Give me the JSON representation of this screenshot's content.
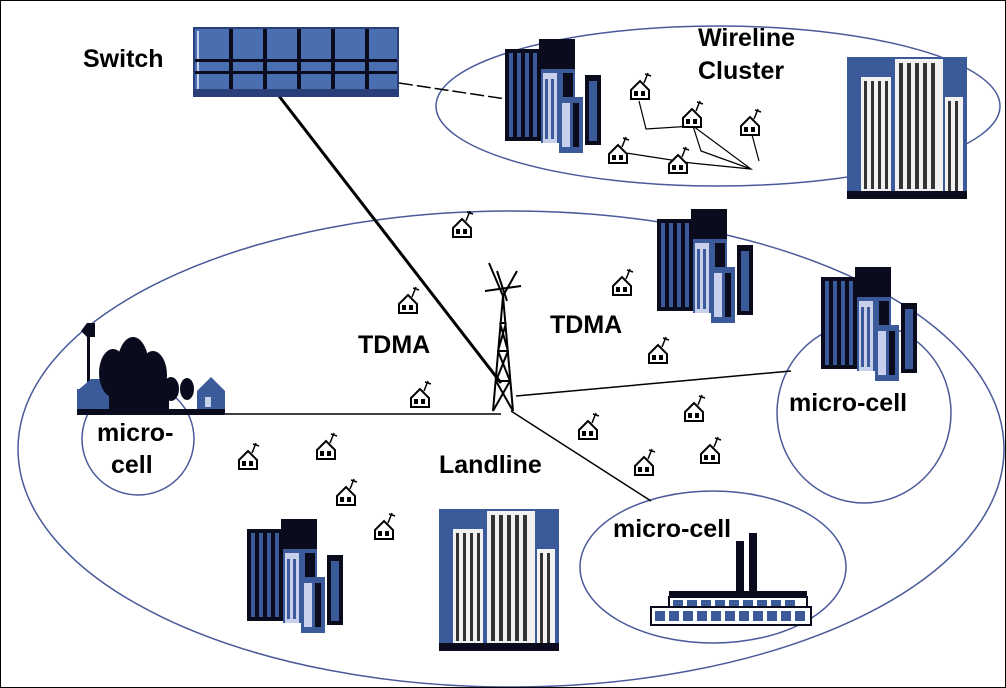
{
  "labels": {
    "switch": "Switch",
    "wireline_cluster_line1": "Wireline",
    "wireline_cluster_line2": "Cluster",
    "tdma_left": "TDMA",
    "tdma_right": "TDMA",
    "landline": "Landline",
    "microcell_left_line1": "micro-",
    "microcell_left_line2": "cell",
    "microcell_right": "micro-cell",
    "microcell_bottom": "micro-cell"
  },
  "colors": {
    "building_dark": "#0b0b1e",
    "building_blue": "#3a5a9a",
    "building_light": "#c8d0ec",
    "ellipse_stroke": "#4a5a9a",
    "link_line": "#000000"
  },
  "icons": {
    "switch": "switch-rack-icon",
    "tower": "antenna-tower-icon",
    "house": "house-antenna-icon",
    "office_cluster": "office-cluster-icon",
    "skyscraper": "skyscraper-icon",
    "factory": "factory-icon",
    "town": "town-silhouette-icon"
  }
}
